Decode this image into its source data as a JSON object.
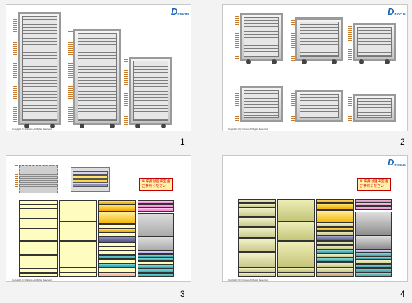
{
  "brand": {
    "logo_text": "D",
    "logo_sub": "nfocus"
  },
  "footer_text": "Copyright (C) Dnfocus All Rights Reserved",
  "slides": [
    {
      "number": "1"
    },
    {
      "number": "2"
    },
    {
      "number": "3",
      "notice_text": "※ 中身は自由変更",
      "notice_text2": "ご参照ください"
    },
    {
      "number": "4",
      "notice_text": "※ 中身は自由変更",
      "notice_text2": "ご参照ください"
    }
  ],
  "colors": {
    "logo": "#1b63b8",
    "rack_frame": "#9a9a9a",
    "notice_border": "#c00000",
    "notice_text": "#e00000",
    "notice_bg": "#fff2a8"
  }
}
